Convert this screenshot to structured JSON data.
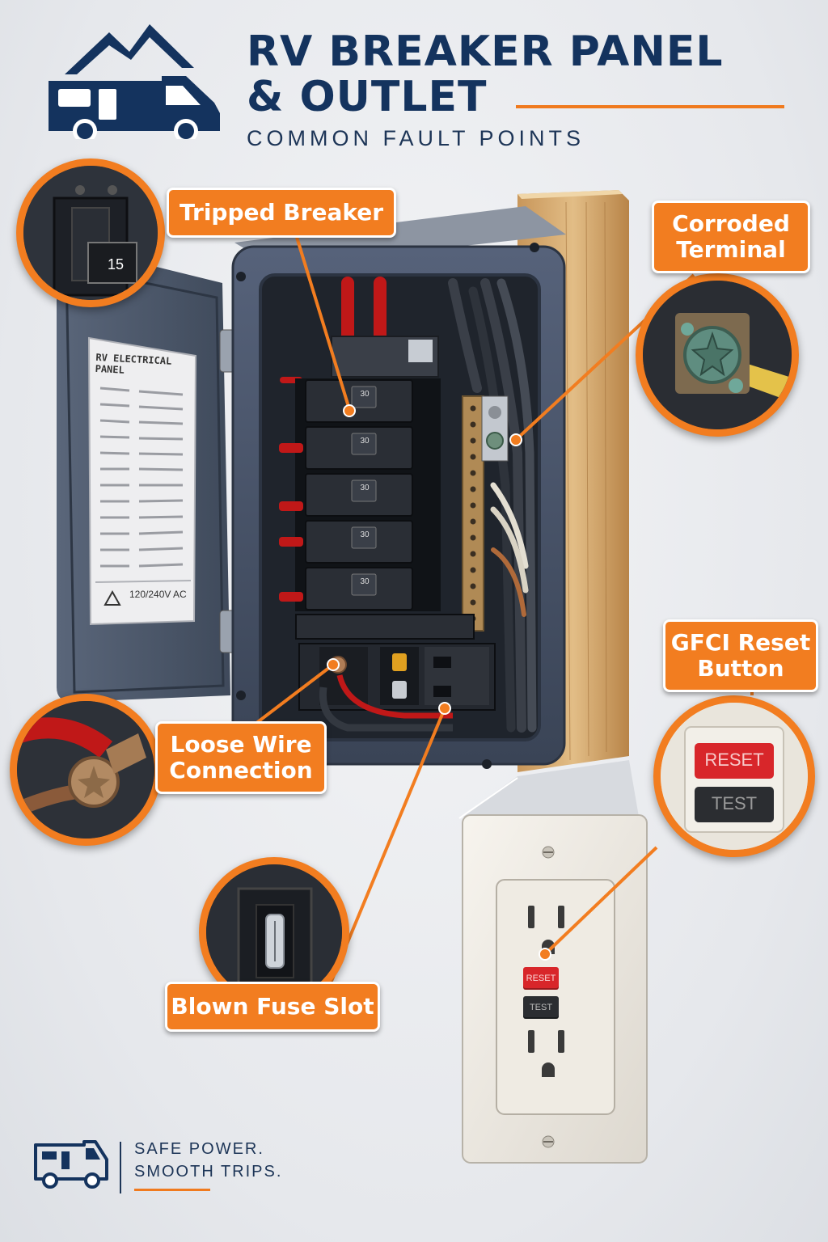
{
  "header": {
    "title_line1": "RV BREAKER PANEL",
    "title_line2": "& OUTLET",
    "subtitle": "COMMON FAULT POINTS"
  },
  "panel": {
    "door_label_title": "RV ELECTRICAL PANEL",
    "door_label_voltage": "120/240V AC",
    "breaker_ratings": [
      "30",
      "30",
      "30",
      "30",
      "30"
    ],
    "zoom_breaker_rating": "15"
  },
  "callouts": {
    "tripped_breaker": "Tripped Breaker",
    "corroded_terminal_1": "Corroded",
    "corroded_terminal_2": "Terminal",
    "gfci_reset_1": "GFCI Reset",
    "gfci_reset_2": "Button",
    "loose_wire_1": "Loose Wire",
    "loose_wire_2": "Connection",
    "blown_fuse": "Blown Fuse Slot"
  },
  "outlet": {
    "reset_label": "RESET",
    "test_label": "TEST"
  },
  "footer": {
    "tagline_line1": "SAFE POWER.",
    "tagline_line2": "SMOOTH TRIPS."
  },
  "colors": {
    "accent": "#f27d20",
    "navy": "#14335e",
    "panel": "#4a5566"
  }
}
